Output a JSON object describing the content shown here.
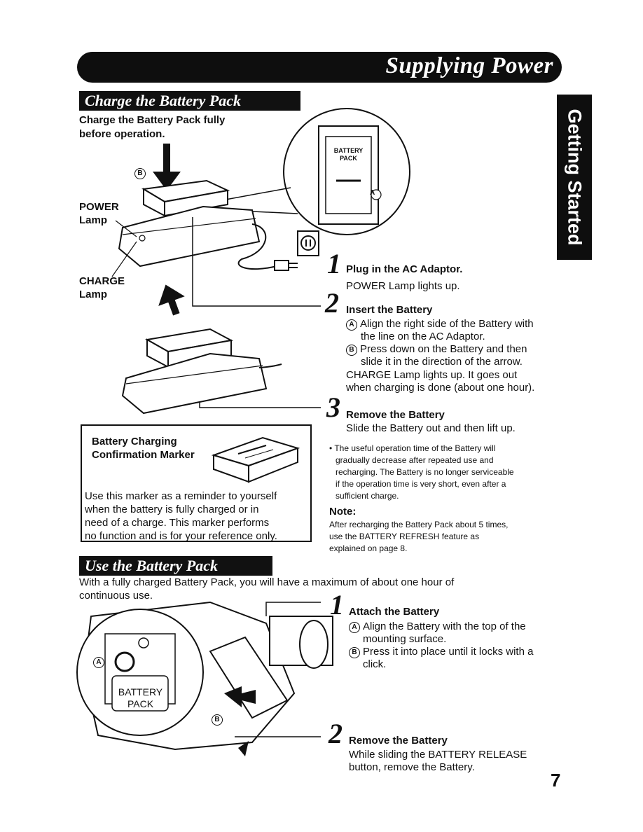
{
  "header": {
    "title": "Supplying Power"
  },
  "side_tab": {
    "label": "Getting Started"
  },
  "charge_section": {
    "heading": "Charge the Battery Pack",
    "intro_line1": "Charge the Battery Pack fully",
    "intro_line2": "before operation.",
    "label_b": "B",
    "label_a": "A",
    "power_lamp_line1": "POWER",
    "power_lamp_line2": "Lamp",
    "charge_lamp_line1": "CHARGE",
    "charge_lamp_line2": "Lamp",
    "battery_pack_label_line1": "BATTERY",
    "battery_pack_label_line2": "PACK",
    "steps": [
      {
        "num": "1",
        "title": "Plug in the AC Adaptor.",
        "lines": [
          "POWER Lamp lights up."
        ]
      },
      {
        "num": "2",
        "title": "Insert the Battery",
        "a_line1": "Align the right side of the Battery with",
        "a_line2": "the line on the AC Adaptor.",
        "b_line1": "Press down on the Battery and then",
        "b_line2": "slide it in the direction of the arrow.",
        "c_line1": "CHARGE Lamp lights up. It goes out",
        "c_line2": "when charging is done (about one hour)."
      },
      {
        "num": "3",
        "title": "Remove the Battery",
        "lines": [
          "Slide the Battery out and then lift up."
        ]
      }
    ],
    "bullet": [
      "• The useful operation time of the Battery will",
      "gradually decrease after repeated use and",
      "recharging. The Battery is no longer serviceable",
      "if the operation time is very short, even after a",
      "sufficient charge."
    ],
    "note_title": "Note:",
    "note_lines": [
      "After recharging the Battery Pack about 5 times,",
      "use the BATTERY REFRESH feature as",
      "explained on page 8."
    ],
    "marker_box": {
      "title_line1": "Battery Charging",
      "title_line2": "Confirmation Marker",
      "lines": [
        "Use this marker as a reminder to yourself",
        "when the battery is fully charged or in",
        "need of a charge. This marker performs",
        "no function and is for your reference only."
      ]
    }
  },
  "use_section": {
    "heading": "Use the Battery Pack",
    "intro_line1": "With a fully charged Battery Pack, you will have a maximum of about one hour of",
    "intro_line2": "continuous use.",
    "battery_label_line1": "BATTERY",
    "battery_label_line2": "PACK",
    "steps": [
      {
        "num": "1",
        "title": "Attach the Battery",
        "a_line1": "Align the Battery with the top of the",
        "a_line2": "mounting surface.",
        "b_line1": "Press it into place until it locks with a",
        "b_line2": "click."
      },
      {
        "num": "2",
        "title": "Remove the Battery",
        "line1": "While sliding the BATTERY RELEASE",
        "line2": "button, remove the Battery."
      }
    ]
  },
  "page_number": "7"
}
